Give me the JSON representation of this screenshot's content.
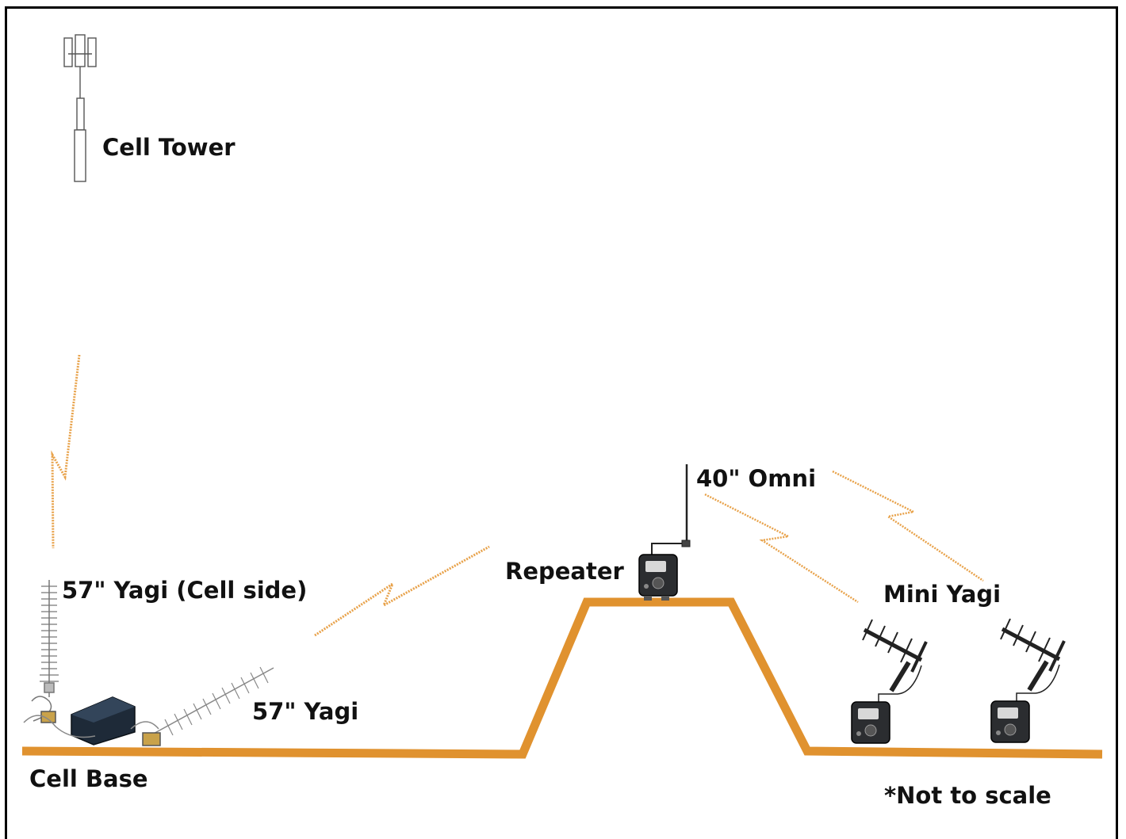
{
  "labels": {
    "cell_tower": "Cell Tower",
    "yagi_cell_side": "57\" Yagi (Cell side)",
    "yagi_57": "57\" Yagi",
    "cell_base": "Cell Base",
    "repeater": "Repeater",
    "omni": "40\" Omni",
    "mini_yagi": "Mini Yagi",
    "not_to_scale": "*Not to scale"
  },
  "colors": {
    "terrain": "#e0922f",
    "signal": "#e8a24a",
    "device": "#2b2d30",
    "outline": "#000000"
  },
  "icons": [
    "cell-tower-icon",
    "yagi-antenna-icon",
    "cell-base-box-icon",
    "repeater-device-icon",
    "omni-antenna-icon",
    "mini-yagi-antenna-icon"
  ]
}
